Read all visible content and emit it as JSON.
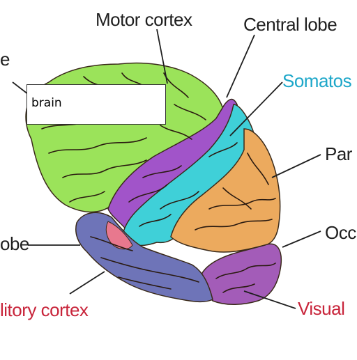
{
  "labels": {
    "motor_cortex": "Motor cortex",
    "central_lobe": "Central lobe",
    "somatos": "Somatos",
    "par": "Par",
    "occ": "Occ",
    "visual": "Visual",
    "auditory_cortex": "litory cortex",
    "lobe_left": "obe",
    "e_left": "e"
  },
  "overlay": {
    "text": "brain"
  },
  "colors": {
    "frontal": "#9be35a",
    "motor": "#a154c9",
    "somatosensory": "#3fd0d8",
    "parietal": "#ecaa5e",
    "occipital": "#a35cb8",
    "temporal": "#6e74b8",
    "insula": "#e8788e",
    "accent_cyan": "#1da7c9",
    "accent_red": "#c8243a"
  },
  "icons": {
    "diagram": "brain-illustration-icon"
  }
}
